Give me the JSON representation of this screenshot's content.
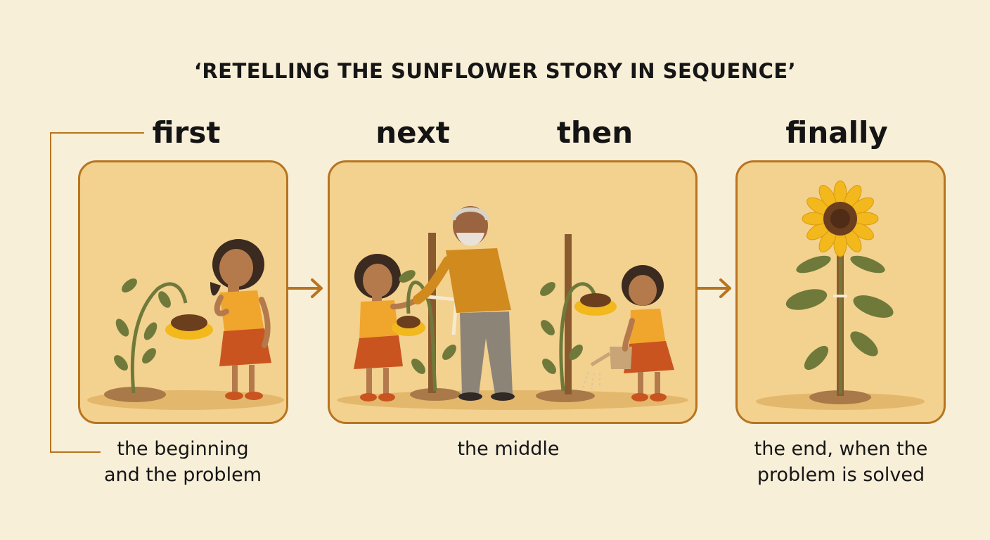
{
  "title": "‘RETELLING THE SUNFLOWER STORY IN SEQUENCE’",
  "steps": {
    "first": "first",
    "next": "next",
    "then": "then",
    "finally": "finally"
  },
  "captions": {
    "beginning_line1": "the beginning",
    "beginning_line2": "and the problem",
    "middle": "the middle",
    "end_line1": "the end, when the",
    "end_line2": "problem is solved"
  },
  "colors": {
    "background": "#f8efd9",
    "panel_fill": "#f3d18f",
    "panel_border": "#b8741f",
    "arrow": "#b8741f",
    "petal": "#f2b81c",
    "flower_center": "#6b3e1e",
    "leaf": "#6f7a3a",
    "shirt": "#f0a52c",
    "skirt": "#c9541f",
    "grandpa_sweater": "#d08a1e",
    "grandpa_pants": "#8d8478"
  }
}
